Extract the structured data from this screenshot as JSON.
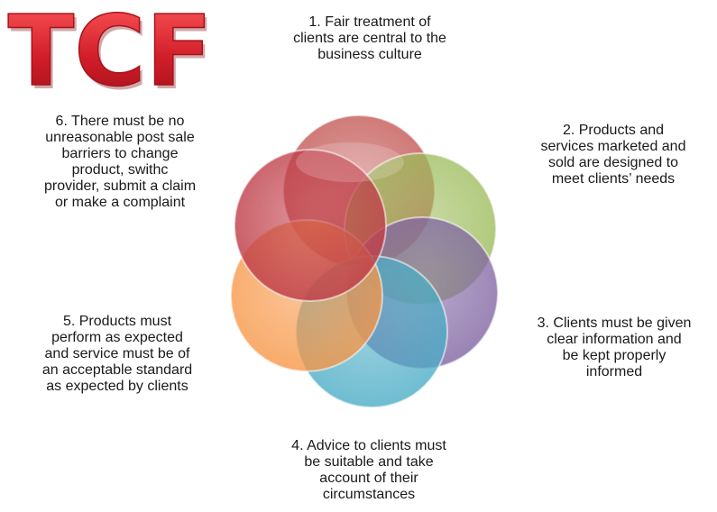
{
  "logo": {
    "text": "TCF",
    "color": "#d11e2a"
  },
  "principles": [
    {
      "id": 1,
      "text": "1.  Fair treatment  of\nclients are central to the\nbusiness culture"
    },
    {
      "id": 2,
      "text": "2.  Products and\nservices marketed and\nsold are designed to\nmeet clients’ needs"
    },
    {
      "id": 3,
      "text": "3. Clients must be given\nclear information and\nbe kept properly\ninformed"
    },
    {
      "id": 4,
      "text": "4.  Advice to clients must\nbe suitable and take\naccount of their\ncircumstances"
    },
    {
      "id": 5,
      "text": "5.  Products must\nperform as expected\nand service must be of\nan acceptable standard\nas expected by clients"
    },
    {
      "id": 6,
      "text": "6.  There must be no\nunreasonable post sale\nbarriers to change\nproduct, swithc\nprovider, submit a claim\nor make a complaint"
    }
  ],
  "petal_colors": {
    "red": "#c0504d",
    "green": "#9bbb59",
    "purple": "#8064a2",
    "blue": "#4bacc6",
    "orange": "#f79646",
    "crimson": "#c0404a"
  }
}
